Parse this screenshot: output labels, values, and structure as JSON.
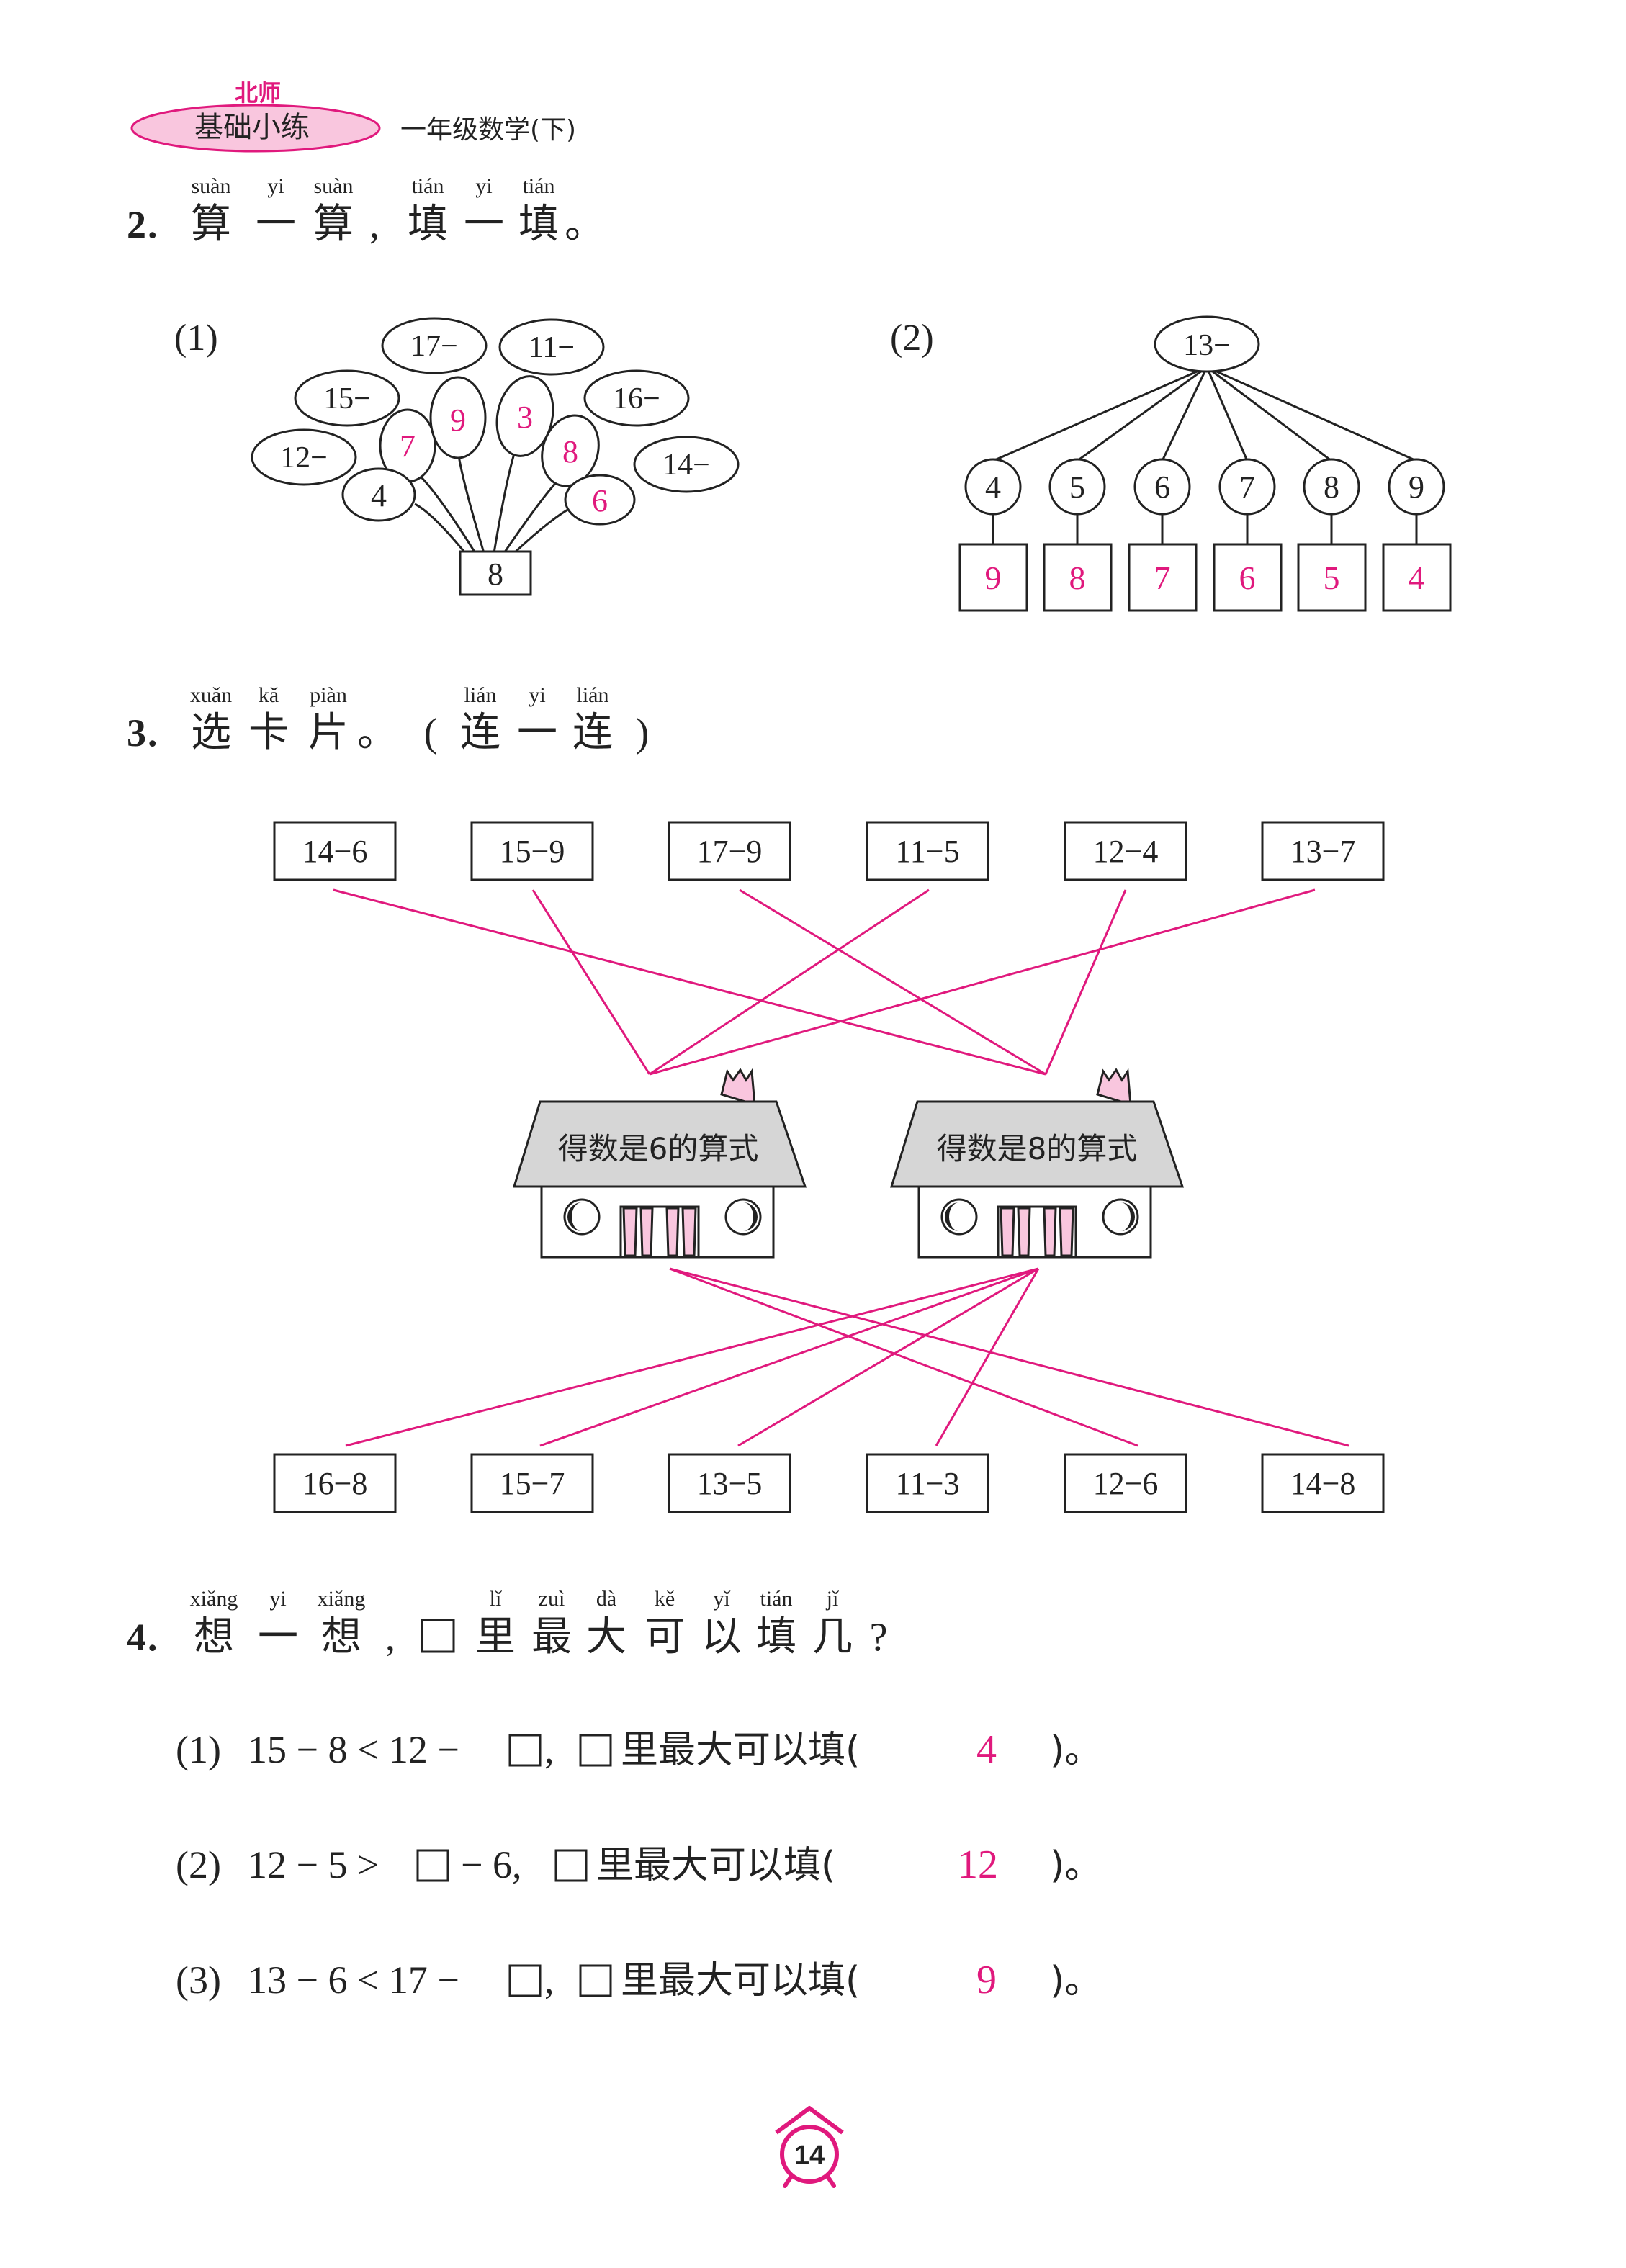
{
  "header": {
    "brand_top": "北师",
    "brand_main": "基础小练",
    "subtitle": "一年级数学(下)"
  },
  "q2": {
    "pinyin": [
      "suàn",
      "yi",
      "suàn",
      "tián",
      "yi",
      "tián"
    ],
    "number": "2",
    "title_chars": [
      "算",
      "一",
      "算",
      ",",
      "填",
      "一",
      "填",
      "。"
    ],
    "part1": {
      "label": "(1)",
      "center": "8",
      "ovals": [
        "17−",
        "11−",
        "15−",
        "16−",
        "12−",
        "14−"
      ],
      "petals": [
        "7",
        "9",
        "3",
        "8",
        "4",
        "6"
      ]
    },
    "part2": {
      "label": "(2)",
      "top": "13−",
      "circles": [
        "4",
        "5",
        "6",
        "7",
        "8",
        "9"
      ],
      "answers": [
        "9",
        "8",
        "7",
        "6",
        "5",
        "4"
      ]
    }
  },
  "q3": {
    "pinyin": [
      "xuǎn",
      "kǎ",
      "piàn",
      "lián",
      "yi",
      "lián"
    ],
    "number": "3",
    "title_chars": [
      "选",
      "卡",
      "片",
      "。",
      "(",
      "连",
      "一",
      "连",
      ")"
    ],
    "top_cards": [
      "14−6",
      "15−9",
      "17−9",
      "11−5",
      "12−4",
      "13−7"
    ],
    "bottom_cards": [
      "16−8",
      "15−7",
      "13−5",
      "11−3",
      "12−6",
      "14−8"
    ],
    "houses": [
      "得数是6的算式",
      "得数是8的算式"
    ]
  },
  "q4": {
    "pinyin": [
      "xiǎng",
      "yi",
      "xiǎng",
      "lǐ",
      "zuì",
      "dà",
      "kě",
      "yǐ",
      "tián",
      "jǐ"
    ],
    "number": "4",
    "title_a": [
      "想",
      "一",
      "想",
      ","
    ],
    "title_b": [
      "里",
      "最",
      "大",
      "可",
      "以",
      "填",
      "几",
      "?"
    ],
    "items": [
      {
        "label": "(1)",
        "expr_a": "15 − 8 < 12 −",
        "expr_b": ",",
        "text": "里最大可以填(",
        "answer": "4",
        "end": ")。"
      },
      {
        "label": "(2)",
        "expr_a": "12 − 5 >",
        "expr_b": "− 6,",
        "text": "里最大可以填(",
        "answer": "12",
        "end": ")。"
      },
      {
        "label": "(3)",
        "expr_a": "13 − 6 < 17 −",
        "expr_b": ",",
        "text": "里最大可以填(",
        "answer": "9",
        "end": ")。"
      }
    ]
  },
  "page_number": "14",
  "colors": {
    "accent": "#e0197d",
    "pink_light": "#f9c6de",
    "house_roof": "#d6d6d6"
  }
}
